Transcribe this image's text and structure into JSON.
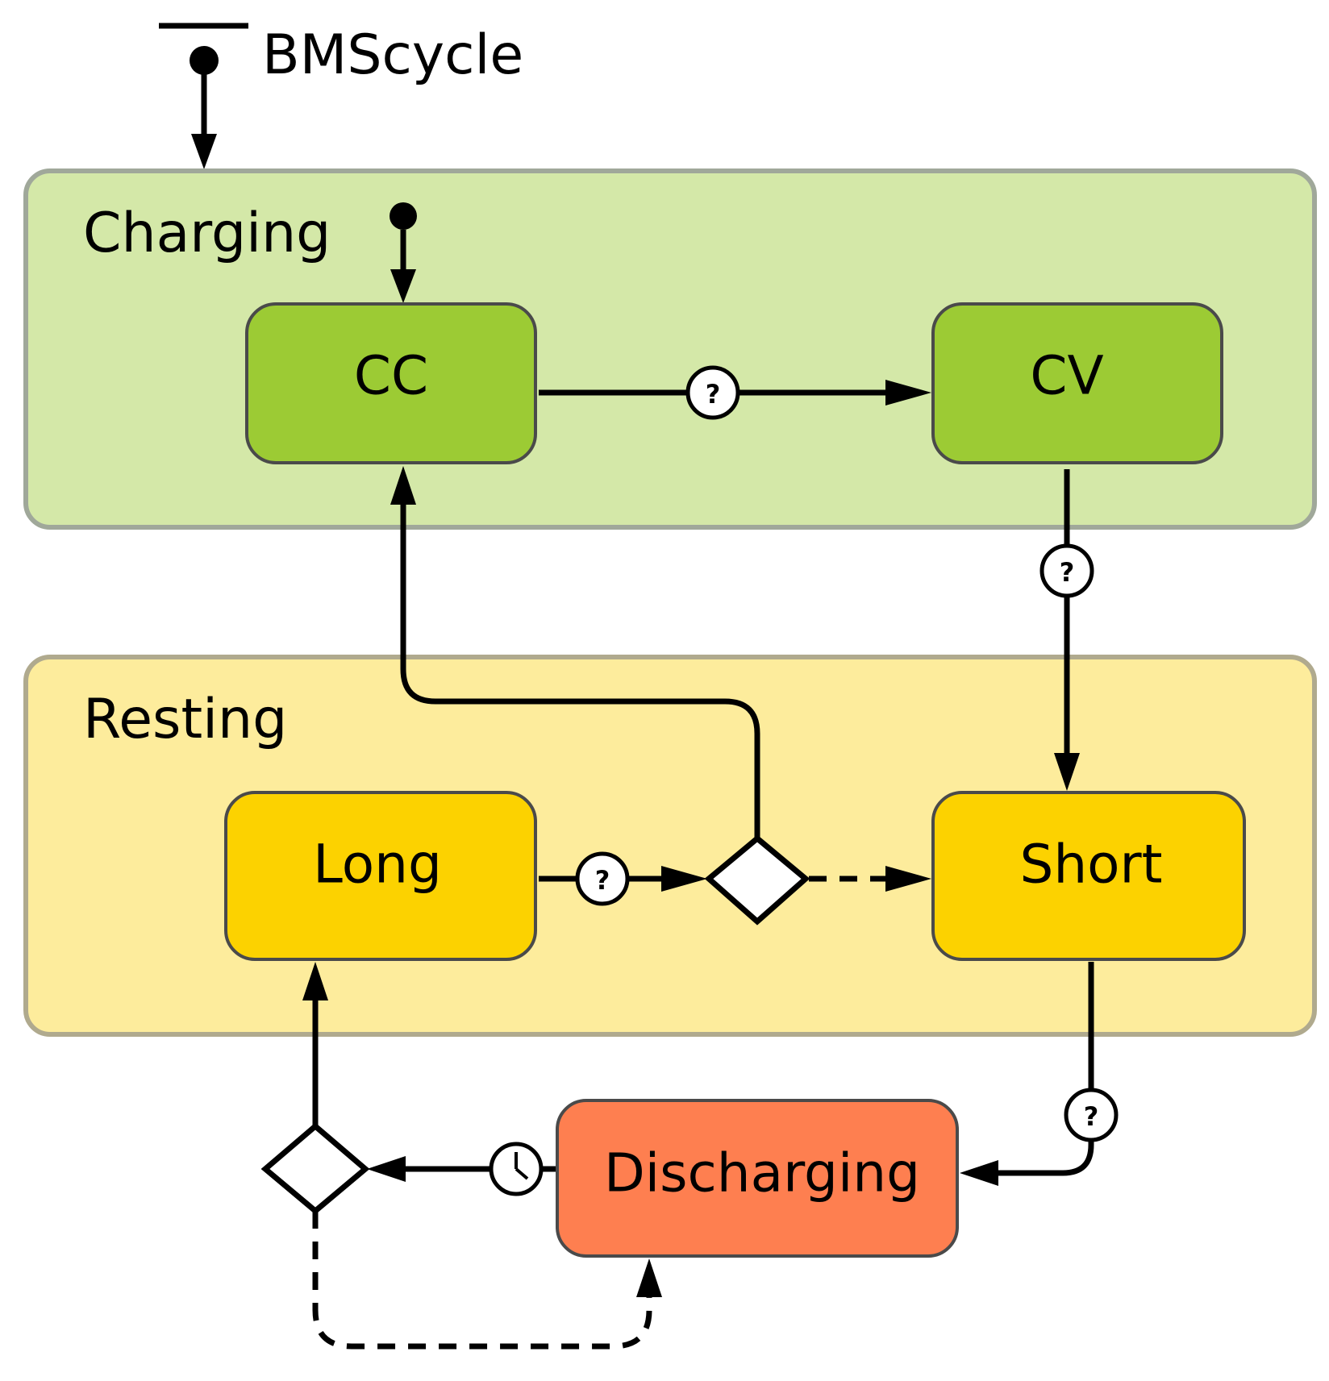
{
  "machine": {
    "name": "BMScycle"
  },
  "groups": {
    "charging": {
      "label": "Charging",
      "fill": "#d4e8a8",
      "stroke": "#a0a89a"
    },
    "resting": {
      "label": "Resting",
      "fill": "#fdec9c",
      "stroke": "#b0aa8e"
    }
  },
  "states": {
    "cc": {
      "label": "CC",
      "fill": "#9ccb34"
    },
    "cv": {
      "label": "CV",
      "fill": "#9ccb34"
    },
    "long": {
      "label": "Long",
      "fill": "#fcd200"
    },
    "short": {
      "label": "Short",
      "fill": "#fcd200"
    },
    "discharging": {
      "label": "Discharging",
      "fill": "#fe7f50"
    }
  },
  "transition_guard_symbol": "?",
  "timer_icon": "clock-icon"
}
